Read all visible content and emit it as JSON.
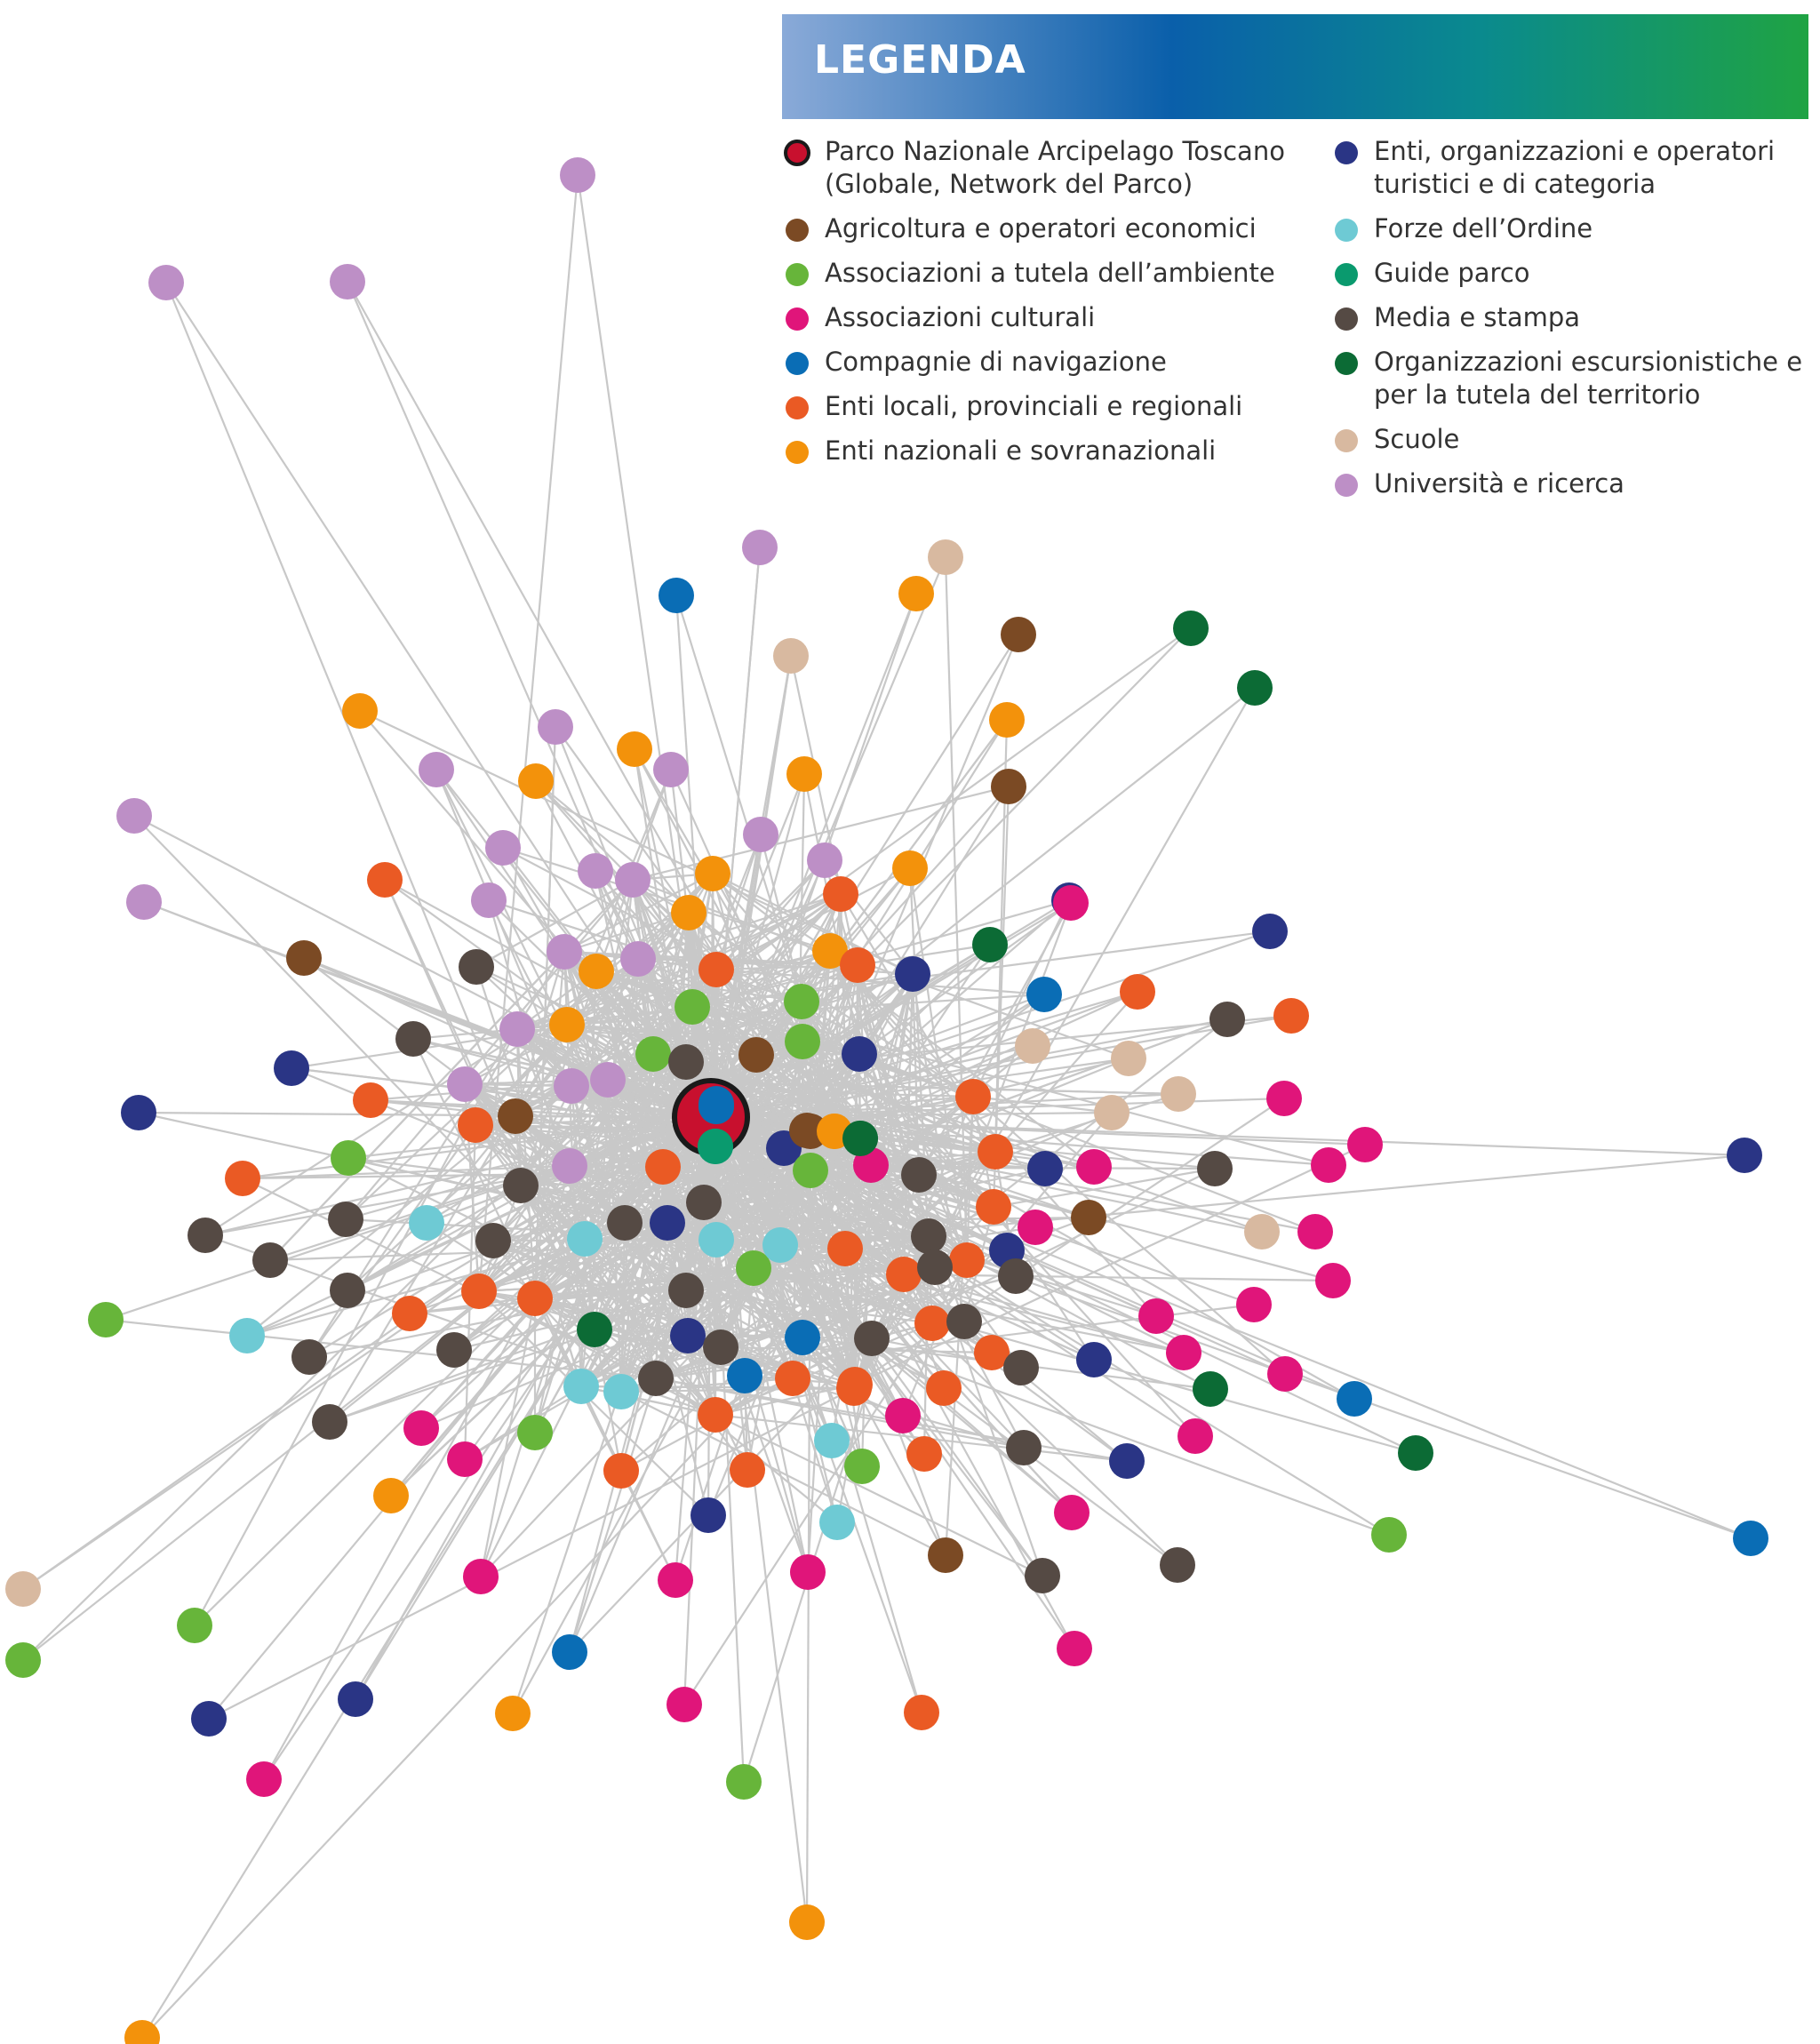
{
  "legend": {
    "title": "LEGENDA",
    "items": [
      {
        "label": "Parco Nazionale Arcipelago Toscano (Globale, Network del Parco)",
        "color": "#c8102e",
        "col": 1,
        "special": true
      },
      {
        "label": "Agricoltura e operatori economici",
        "color": "#7b4a24",
        "col": 1
      },
      {
        "label": "Associazioni a tutela dell’ambiente",
        "color": "#67b53a",
        "col": 1
      },
      {
        "label": "Associazioni culturali",
        "color": "#e0157a",
        "col": 1
      },
      {
        "label": "Compagnie di navigazione",
        "color": "#0a6db5",
        "col": 1
      },
      {
        "label": "Enti locali, provinciali e regionali",
        "color": "#ea5a24",
        "col": 1
      },
      {
        "label": "Enti nazionali e sovranazionali",
        "color": "#f3920b",
        "col": 1
      },
      {
        "label": "Enti, organizzazioni e operatori turistici e di categoria",
        "color": "#2a3585",
        "col": 2
      },
      {
        "label": "Forze dell’Ordine",
        "color": "#6ecad4",
        "col": 2
      },
      {
        "label": "Guide parco",
        "color": "#0a9a6e",
        "col": 2
      },
      {
        "label": "Media e stampa",
        "color": "#554a44",
        "col": 2
      },
      {
        "label": "Organizzazioni escursionistiche e per la tutela del territorio",
        "color": "#0c6b35",
        "col": 2
      },
      {
        "label": "Scuole",
        "color": "#d8b9a0",
        "col": 2
      },
      {
        "label": "Università e ricerca",
        "color": "#bd8fc6",
        "col": 2
      }
    ]
  },
  "colors": {
    "edge": "#c8c8c8",
    "hub_border": "#1a1a1a"
  }
}
